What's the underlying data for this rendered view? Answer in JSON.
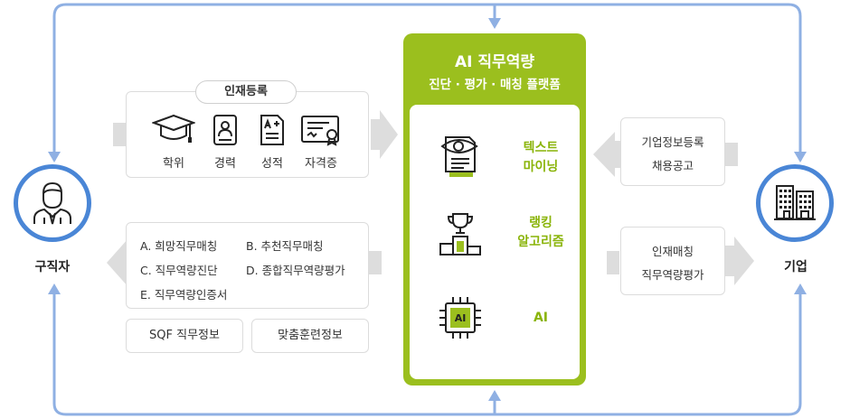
{
  "job_seeker": {
    "label": "구직자"
  },
  "company": {
    "label": "기업"
  },
  "talent_registration": {
    "title": "인재등록",
    "items": [
      {
        "label": "학위",
        "icon": "graduation-cap-icon"
      },
      {
        "label": "경력",
        "icon": "resume-document-icon"
      },
      {
        "label": "성적",
        "icon": "grade-a-plus-icon"
      },
      {
        "label": "자격증",
        "icon": "certificate-icon"
      }
    ]
  },
  "matching_list": {
    "items": [
      "A. 희망직무매칭",
      "B. 추천직무매칭",
      "C. 직무역량진단",
      "D. 종합직무역량평가",
      "E. 직무역량인증서"
    ]
  },
  "bottom_buttons": {
    "sqf": "SQF 직무정보",
    "training": "맞춤훈련정보"
  },
  "platform": {
    "title": "AI 직무역량",
    "subtitle": "진단 · 평가 · 매칭 플랫폼",
    "features": [
      {
        "line1": "텍스트",
        "line2": "마이닝",
        "icon": "text-mining-eye-document-icon"
      },
      {
        "line1": "랭킹",
        "line2": "알고리즘",
        "icon": "ranking-trophy-podium-icon"
      },
      {
        "line1": "AI",
        "line2": "",
        "icon": "ai-chip-icon"
      }
    ]
  },
  "company_registration": {
    "line1": "기업정보등록",
    "line2": "채용공고"
  },
  "talent_matching": {
    "line1": "인재매칭",
    "line2": "직무역량평가"
  },
  "colors": {
    "accent_green": "#9bbf1e",
    "feature_green": "#8ab40a",
    "circle_blue": "#4a86d6",
    "line_blue": "#8fb0e3",
    "arrow_gray": "#d9d9d9"
  }
}
